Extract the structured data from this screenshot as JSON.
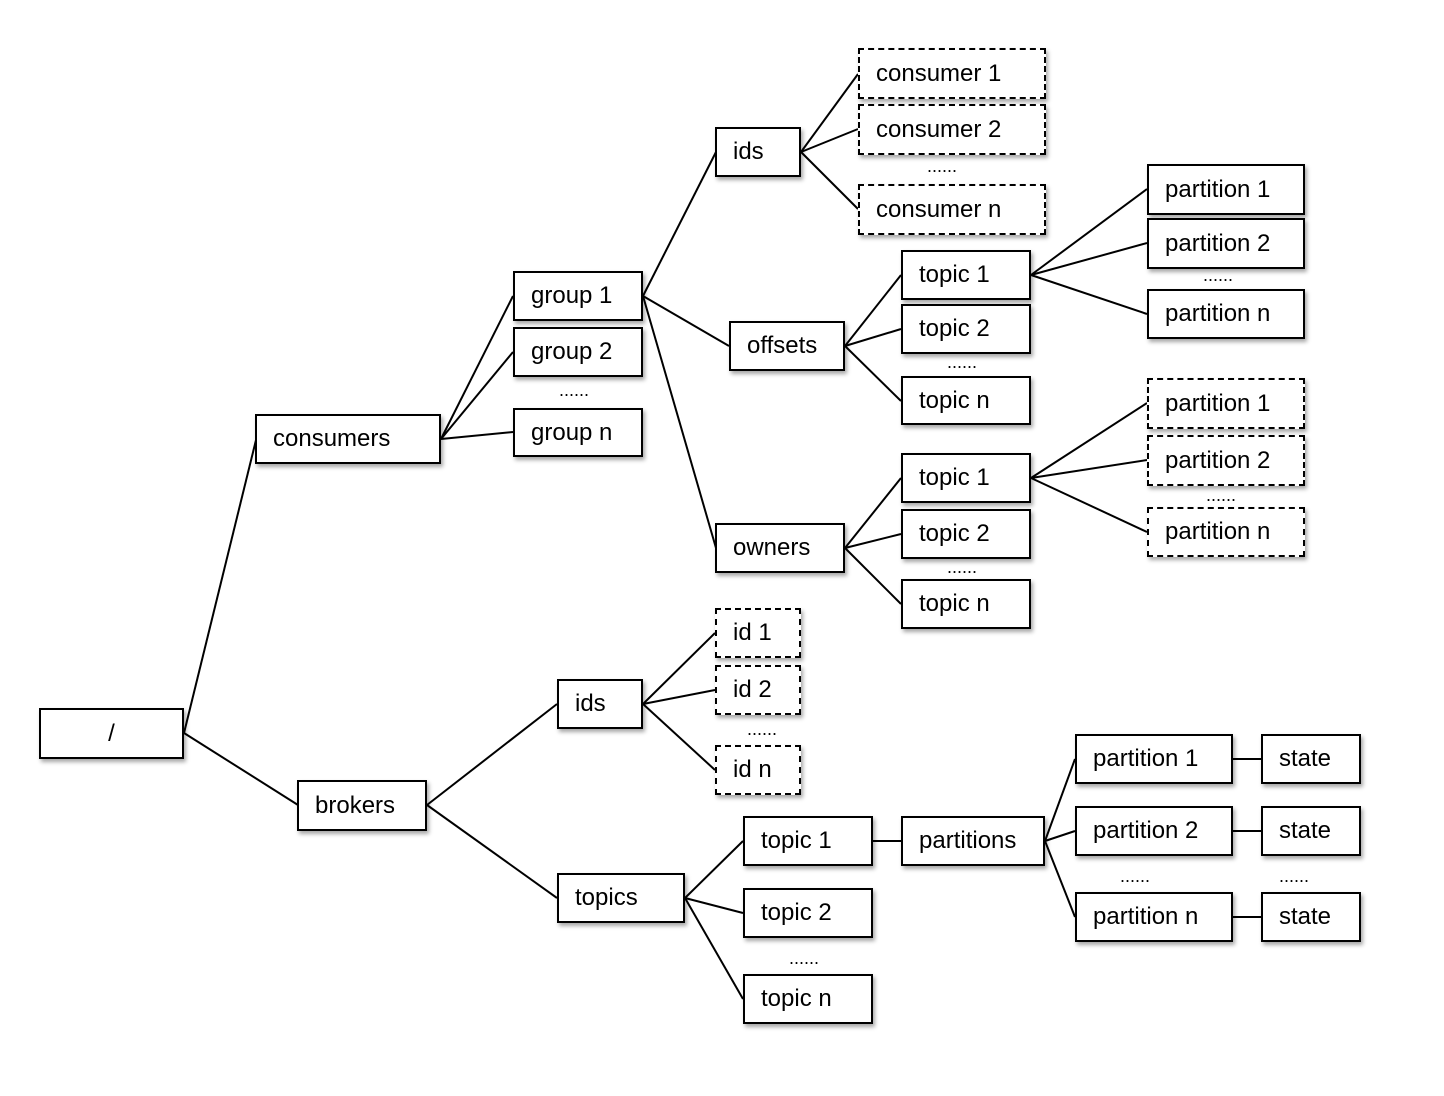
{
  "diagram": {
    "root": "/",
    "consumers": "consumers",
    "group_1": "group 1",
    "group_2": "group 2",
    "group_n": "group n",
    "group_ellipsis": "......",
    "ids": "ids",
    "consumer_1": "consumer 1",
    "consumer_2": "consumer 2",
    "consumer_ellipsis": "......",
    "consumer_n": "consumer n",
    "offsets": "offsets",
    "offsets_topic_1": "topic 1",
    "offsets_topic_2": "topic 2",
    "offsets_topic_ellipsis": "......",
    "offsets_topic_n": "topic n",
    "offsets_partition_1": "partition 1",
    "offsets_partition_2": "partition 2",
    "offsets_partition_ellipsis": "......",
    "offsets_partition_n": "partition n",
    "owners": "owners",
    "owners_topic_1": "topic 1",
    "owners_topic_2": "topic 2",
    "owners_topic_ellipsis": "......",
    "owners_topic_n": "topic n",
    "owners_partition_1": "partition 1",
    "owners_partition_2": "partition 2",
    "owners_partition_ellipsis": "......",
    "owners_partition_n": "partition n",
    "brokers": "brokers",
    "broker_ids": "ids",
    "id_1": "id 1",
    "id_2": "id 2",
    "id_ellipsis": "......",
    "id_n": "id n",
    "topics": "topics",
    "broker_topic_1": "topic 1",
    "broker_topic_2": "topic 2",
    "broker_topic_ellipsis": "......",
    "broker_topic_n": "topic n",
    "partitions": "partitions",
    "broker_partition_1": "partition 1",
    "broker_partition_2": "partition 2",
    "broker_partition_ellipsis": "......",
    "broker_partition_n": "partition n",
    "state_1": "state",
    "state_2": "state",
    "state_ellipsis": "......",
    "state_n": "state"
  }
}
